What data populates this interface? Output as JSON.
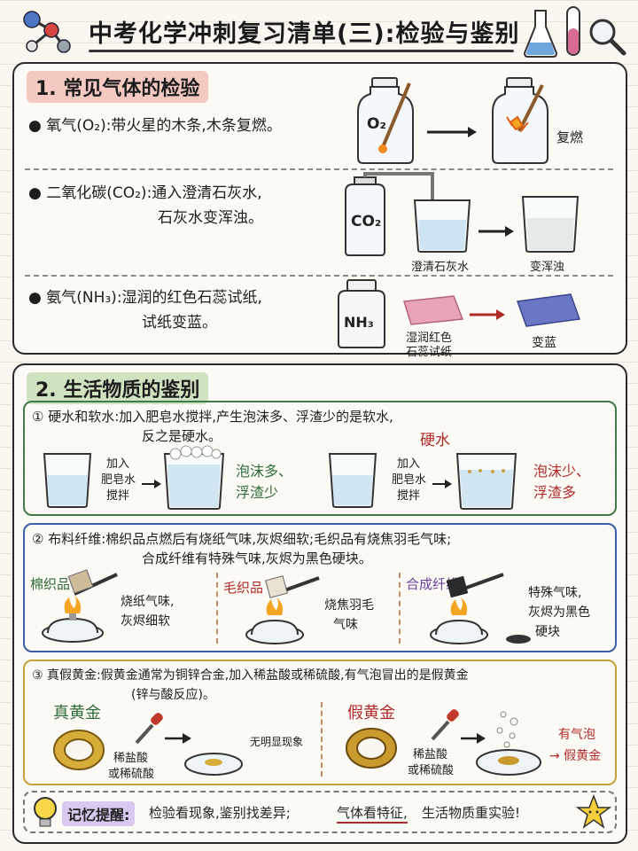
{
  "header": {
    "title": "中考化学冲刺复习清单(三):检验与鉴别"
  },
  "section1": {
    "title": "1. 常见气体的检验",
    "items": [
      {
        "text_line1": "● 氧气(O₂):带火星的木条,木条复燃。",
        "text_line2": "",
        "jar_label": "O₂",
        "result_label": "复燃"
      },
      {
        "text_line1": "● 二氧化碳(CO₂):通入澄清石灰水,",
        "text_line2": "石灰水变浑浊。",
        "jar_label": "CO₂",
        "beaker1_label": "澄清石灰水",
        "beaker2_label": "变浑浊"
      },
      {
        "text_line1": "● 氨气(NH₃):湿润的红色石蕊试纸,",
        "text_line2": "试纸变蓝。",
        "jar_label": "NH₃",
        "paper1_label_1": "湿润红色",
        "paper1_label_2": "石蕊试纸",
        "paper2_label": "变蓝"
      }
    ]
  },
  "section2": {
    "title": "2. 生活物质的鉴别",
    "water": {
      "line1": "① 硬水和软水:加入肥皂水搅拌,产生泡沫多、浮渣少的是软水,",
      "line2": "反之是硬水。",
      "hard_title": "硬水",
      "step1": "加入",
      "step2": "肥皂水",
      "step3": "搅拌",
      "soft_result_1": "泡沫多、",
      "soft_result_2": "浮渣少",
      "hard_result_1": "泡沫少、",
      "hard_result_2": "浮渣多"
    },
    "fiber": {
      "line1": "② 布料纤维:棉织品点燃后有烧纸气味,灰烬细软;毛织品有烧焦羽毛气味;",
      "line2": "合成纤维有特殊气味,灰烬为黑色硬块。",
      "cotton_title": "棉织品",
      "cotton_1": "烧纸气味,",
      "cotton_2": "灰烬细软",
      "wool_title": "毛织品",
      "wool_1": "烧焦羽毛",
      "wool_2": "气味",
      "synth_title": "合成纤维",
      "synth_1": "特殊气味,",
      "synth_2": "灰烬为黑色",
      "synth_3": "硬块"
    },
    "gold": {
      "line1": "③ 真假黄金:假黄金通常为铜锌合金,加入稀盐酸或稀硫酸,有气泡冒出的是假黄金",
      "line2": "(锌与酸反应)。",
      "real_title": "真黄金",
      "fake_title": "假黄金",
      "acid_1": "稀盐酸",
      "acid_2": "或稀硫酸",
      "real_result": "无明显现象",
      "fake_result_1": "有气泡",
      "fake_result_2": "→ 假黄金"
    }
  },
  "memo": {
    "label": "记忆提醒:",
    "text_a": "检验看现象,鉴别找差异;",
    "text_b": "气体看特征,",
    "text_c": "生活物质重实验!"
  },
  "colors": {
    "section1_highlight": "#f3c9c2",
    "section2_highlight": "#cfe3c0",
    "water_border": "#3f7a4a",
    "fiber_border": "#3a5fa8",
    "gold_border": "#c9a13b",
    "green_text": "#2f6b3a",
    "red_text": "#b02a2a",
    "purple_text": "#6b3fa0",
    "memo_highlight": "#d9c8ef"
  }
}
